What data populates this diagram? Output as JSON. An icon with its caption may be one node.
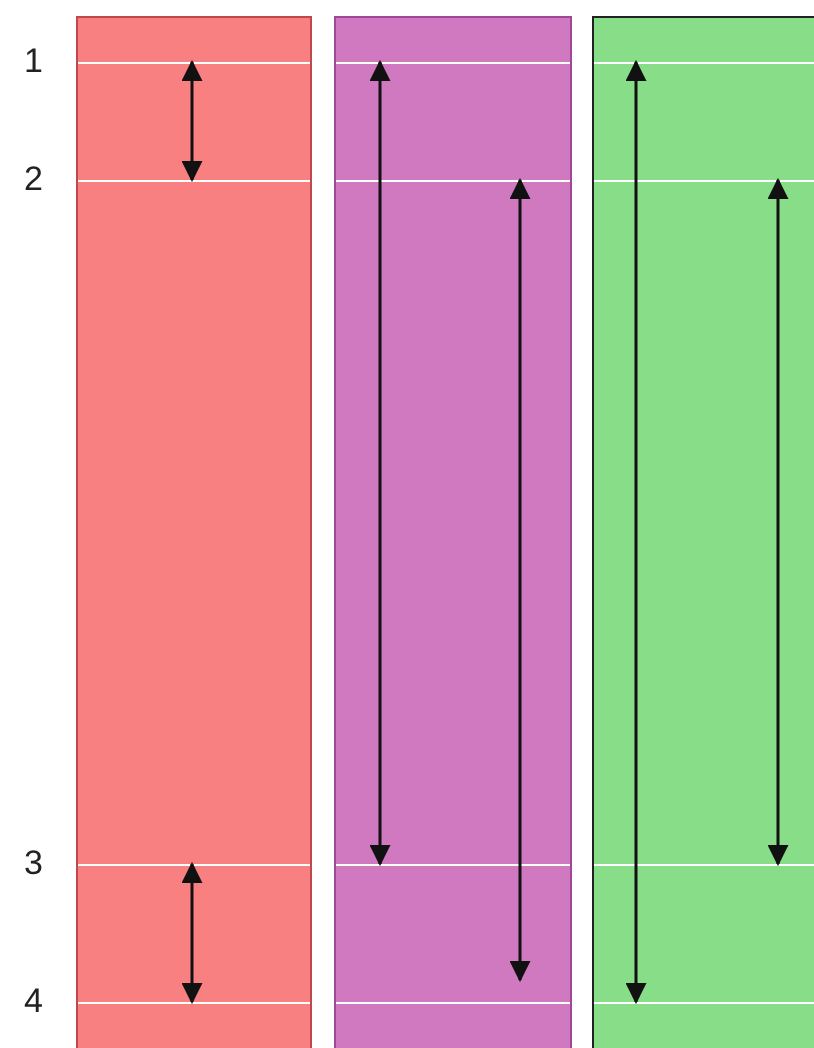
{
  "diagram": {
    "nodes": [
      {
        "text": [],
        "shape": "bar"
      },
      {
        "text": [],
        "shape": "bar"
      },
      {
        "text": [],
        "shape": "bar"
      }
    ],
    "labels": [
      "1",
      "2",
      "3",
      "4"
    ]
  }
}
